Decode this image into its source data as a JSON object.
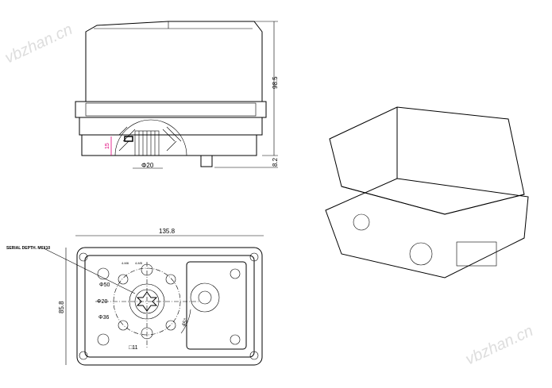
{
  "front_view": {
    "height_dim": "98.5",
    "base_dim": "8.2",
    "shaft_dim": "Φ20",
    "depth_dim": "15"
  },
  "bottom_view": {
    "width_dim": "135.8",
    "height_dim": "85.8",
    "note": "SERIAL DEPTH. M6X10",
    "bolt_label_1": "4-M6",
    "bolt_label_2": "4-M5",
    "circle_50": "Φ50",
    "circle_20": "Φ20",
    "circle_36": "Φ36",
    "angle": "45°",
    "square": "□11"
  },
  "watermark": "vbzhan.cn",
  "colors": {
    "line": "#000000",
    "highlight": "#e0007a"
  }
}
